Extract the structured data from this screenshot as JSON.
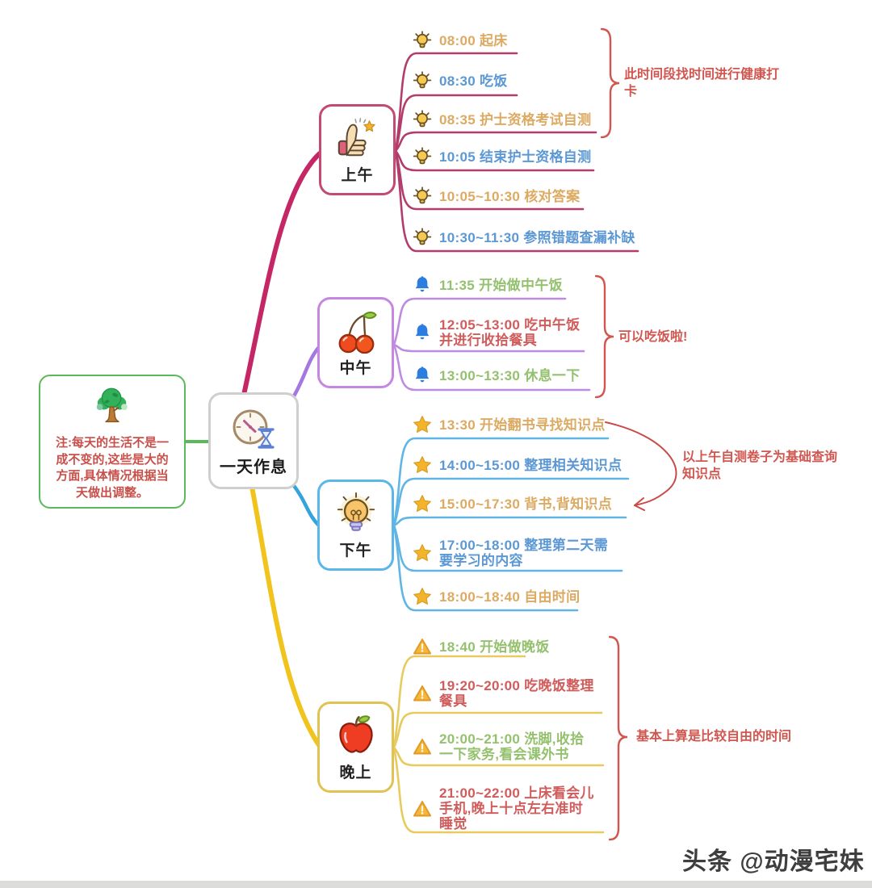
{
  "center": {
    "title": "一天作息",
    "icon": "clock-hourglass-icon"
  },
  "note": {
    "icon": "tree-icon",
    "text": "注:每天的生活不是一\n成不变的,这些是大的\n方面,具体情况根据当\n天做出调整。"
  },
  "palette": {
    "morning_branch": "#c52766",
    "noon_branch": "#a577e3",
    "afternoon_branch": "#35a3dc",
    "evening_branch": "#f0c31d",
    "annotation_red": "#d0564f",
    "text_tan": "#dcaa62",
    "text_blue": "#5b98d4",
    "text_green": "#94c16e",
    "text_red": "#d05c5c",
    "note_green": "#5cb85c"
  },
  "branches": [
    {
      "label": "上午",
      "icon": "thumbs-up-icon",
      "item_icon": "lightbulb-icon",
      "color": "#c52766",
      "items": [
        {
          "text": "08:00 起床",
          "color": "#dcaa62"
        },
        {
          "text": "08:30 吃饭",
          "color": "#5b98d4"
        },
        {
          "text": "08:35 护士资格考试自测",
          "color": "#dcaa62"
        },
        {
          "text": "10:05 结束护士资格自测",
          "color": "#5b98d4"
        },
        {
          "text": "10:05~10:30 核对答案",
          "color": "#dcaa62"
        },
        {
          "text": "10:30~11:30 参照错题查漏补缺",
          "color": "#5b98d4"
        }
      ],
      "annotation": "此时间段找时间进行健康打\n卡"
    },
    {
      "label": "中午",
      "icon": "cherry-icon",
      "item_icon": "bell-icon",
      "color": "#a577e3",
      "items": [
        {
          "text": "11:35 开始做中午饭",
          "color": "#94c16e"
        },
        {
          "text": "12:05~13:00 吃中午饭\n并进行收拾餐具",
          "color": "#d05c5c"
        },
        {
          "text": "13:00~13:30 休息一下",
          "color": "#94c16e"
        }
      ],
      "annotation": "可以吃饭啦!"
    },
    {
      "label": "下午",
      "icon": "lightbulb-big-icon",
      "item_icon": "star-icon",
      "color": "#35a3dc",
      "items": [
        {
          "text": "13:30 开始翻书寻找知识点",
          "color": "#dcaa62"
        },
        {
          "text": "14:00~15:00 整理相关知识点",
          "color": "#5b98d4"
        },
        {
          "text": "15:00~17:30 背书,背知识点",
          "color": "#dcaa62"
        },
        {
          "text": "17:00~18:00 整理第二天需\n要学习的内容",
          "color": "#5b98d4"
        },
        {
          "text": "18:00~18:40 自由时间",
          "color": "#dcaa62"
        }
      ],
      "annotation": "以上午自测卷子为基础查询\n知识点"
    },
    {
      "label": "晚上",
      "icon": "apple-icon",
      "item_icon": "warning-icon",
      "color": "#f0c31d",
      "items": [
        {
          "text": "18:40 开始做晚饭",
          "color": "#94c16e"
        },
        {
          "text": "19:20~20:00 吃晚饭整理\n餐具",
          "color": "#d05c5c"
        },
        {
          "text": "20:00~21:00 洗脚,收拾\n一下家务,看会课外书",
          "color": "#94c16e"
        },
        {
          "text": "21:00~22:00 上床看会儿\n手机,晚上十点左右准时\n睡觉",
          "color": "#d05c5c"
        }
      ],
      "annotation": "基本上算是比较自由的时间"
    }
  ],
  "watermark": "头条 @动漫宅妹"
}
